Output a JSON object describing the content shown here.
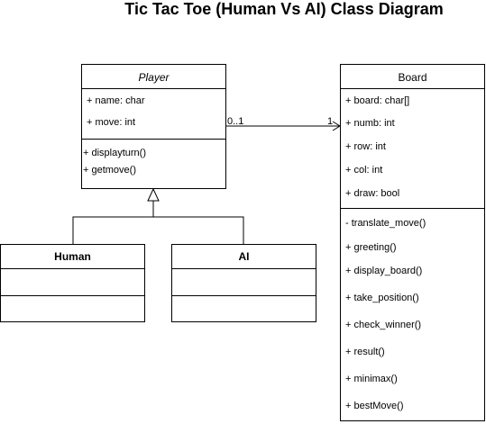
{
  "title": "Tic Tac Toe (Human Vs AI) Class Diagram",
  "player": {
    "name": "Player",
    "attributes": [
      "+ name: char",
      "+ move: int"
    ],
    "methods": [
      "+ displayturn()",
      "+ getmove()"
    ]
  },
  "human": {
    "name": "Human"
  },
  "ai": {
    "name": "AI"
  },
  "board": {
    "name": "Board",
    "attributes": [
      "+ board: char[]",
      "+ numb: int",
      "+ row: int",
      "+ col: int",
      "+ draw: bool"
    ],
    "methods": [
      "- translate_move()",
      "+ greeting()",
      "+ display_board()",
      "+ take_position()",
      "+ check_winner()",
      "+ result()",
      "+ minimax()",
      "+ bestMove()"
    ]
  },
  "association": {
    "source_multiplicity": "0..1",
    "target_multiplicity": "1"
  }
}
